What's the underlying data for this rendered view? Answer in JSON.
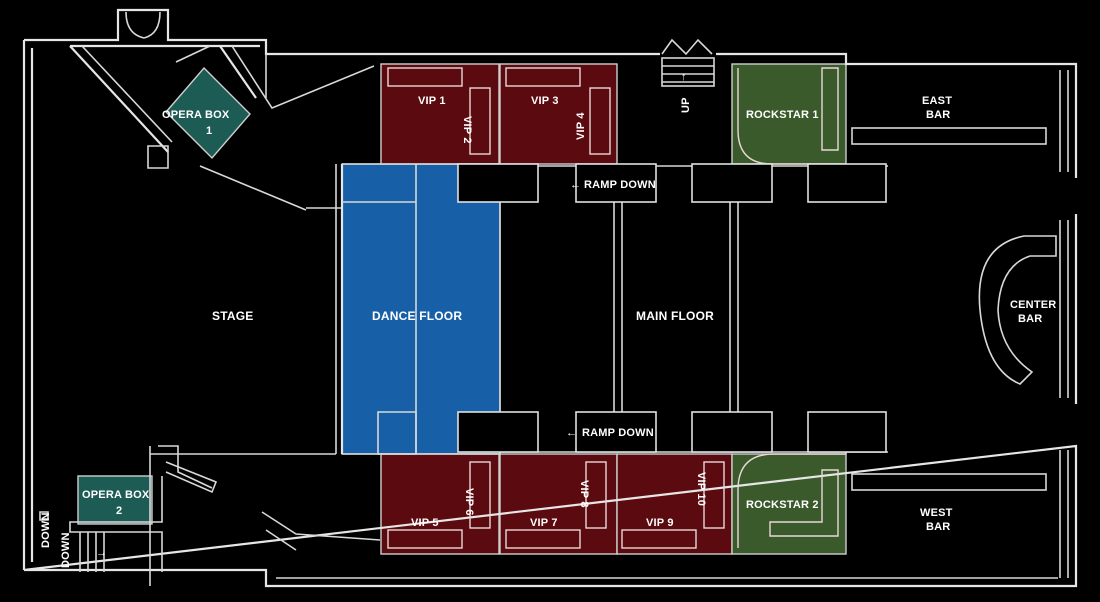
{
  "colors": {
    "vip": "#5b0a0f",
    "rockstar": "#3b5a2b",
    "opera_box": "#1d5c55",
    "dance_floor": "#1760a8",
    "walls": "#e6e6e6",
    "background": "#000000"
  },
  "labels": {
    "stage": "STAGE",
    "dance_floor": "DANCE FLOOR",
    "main_floor": "MAIN FLOOR",
    "center_bar_1": "CENTER",
    "center_bar_2": "BAR",
    "east_bar_1": "EAST",
    "east_bar_2": "BAR",
    "west_bar_1": "WEST",
    "west_bar_2": "BAR",
    "ramp_down_top": "RAMP DOWN",
    "ramp_down_bottom": "RAMP DOWN",
    "up": "UP",
    "down_vertical": "DOWN",
    "down_horizontal": "DOWN"
  },
  "zones": {
    "opera_box_1": {
      "line1": "OPERA BOX",
      "line2": "1"
    },
    "opera_box_2": {
      "line1": "OPERA BOX",
      "line2": "2"
    },
    "rockstar_1": "ROCKSTAR 1",
    "rockstar_2": "ROCKSTAR 2",
    "vip_1": "VIP 1",
    "vip_2": "VIP 2",
    "vip_3": "VIP 3",
    "vip_4": "VIP 4",
    "vip_5": "VIP 5",
    "vip_6": "VIP 6",
    "vip_7": "VIP 7",
    "vip_8": "VIP 8",
    "vip_9": "VIP 9",
    "vip_10": "VIP 10"
  },
  "arrows": {
    "left": "←",
    "right": "→",
    "up": "↑"
  }
}
